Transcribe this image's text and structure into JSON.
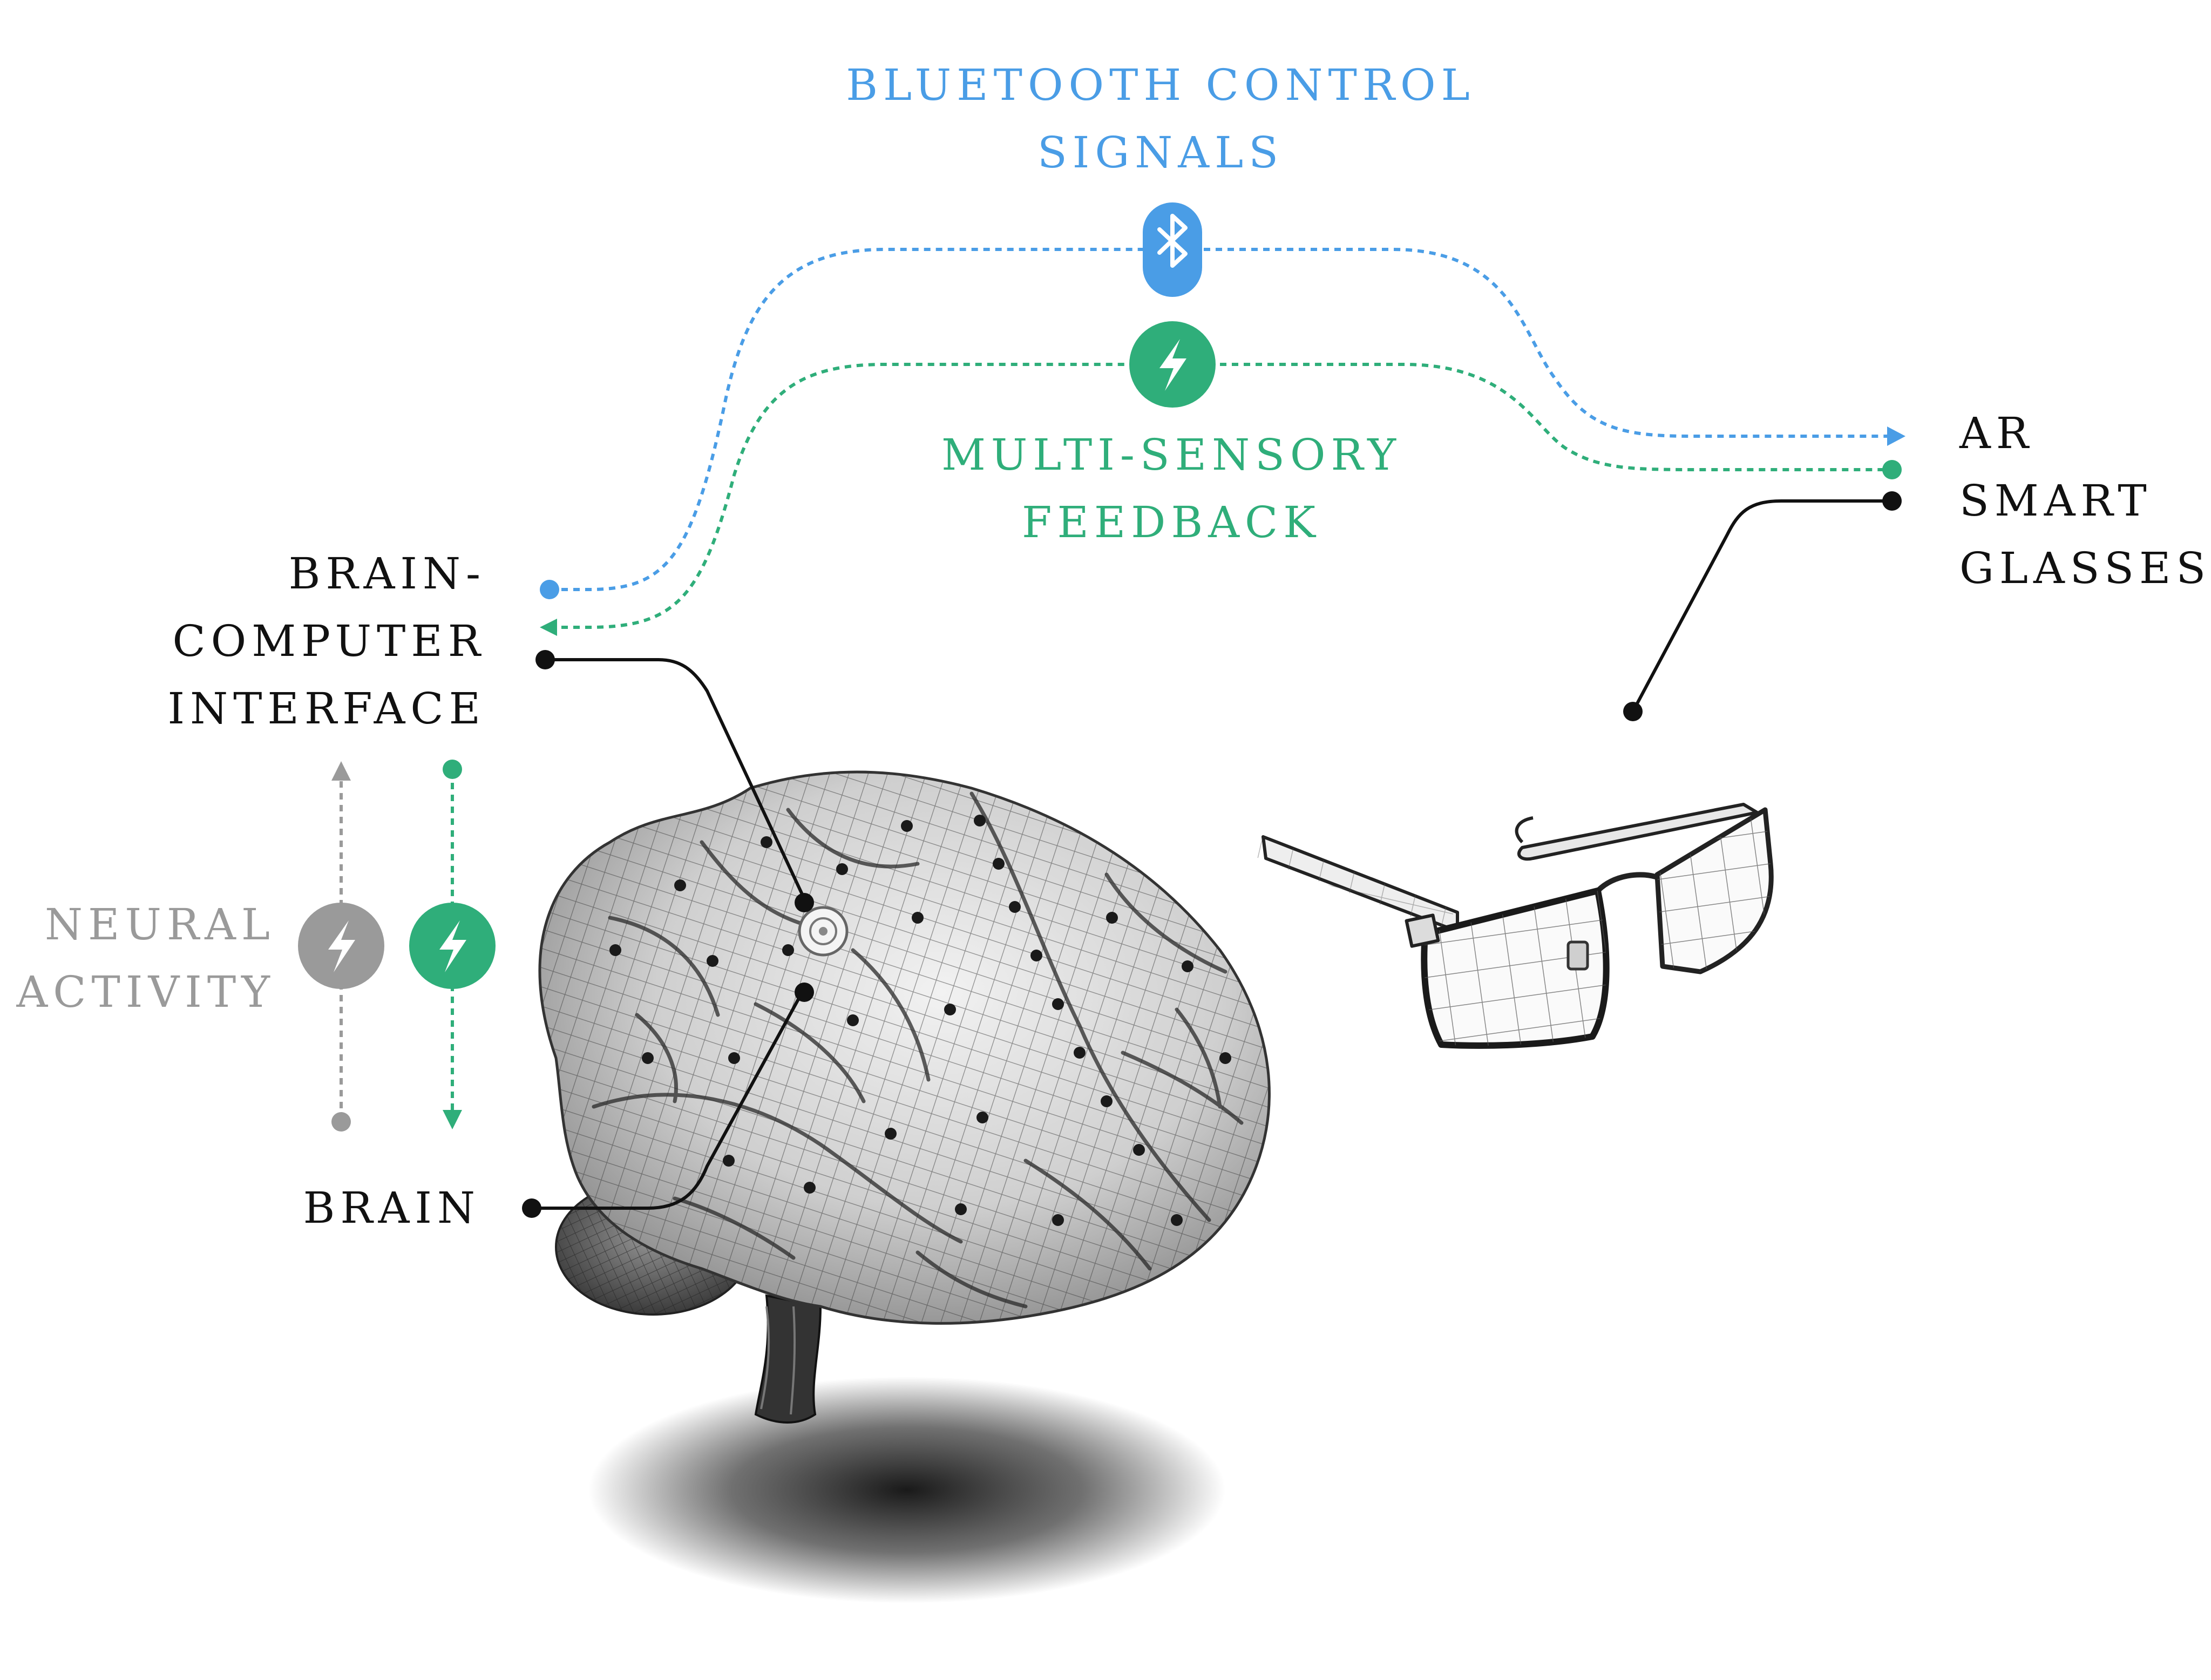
{
  "labels": {
    "bluetooth": "BLUETOOTH CONTROL\nSIGNALS",
    "feedback": "MULTI-SENSORY\nFEEDBACK",
    "bci": "BRAIN-\nCOMPUTER\nINTERFACE",
    "neural": "NEURAL\nACTIVITY",
    "brain": "BRAIN",
    "glasses": "AR\nSMART\nGLASSES"
  },
  "icons": {
    "bluetooth": "bluetooth-icon",
    "feedback": "lightning-bolt-icon",
    "neural_grey": "lightning-bolt-icon",
    "neural_green": "lightning-bolt-icon"
  },
  "colors": {
    "bluetooth": "#4a9de6",
    "feedback": "#2fae7a",
    "neural": "#9a9a9a",
    "text": "#111111"
  }
}
